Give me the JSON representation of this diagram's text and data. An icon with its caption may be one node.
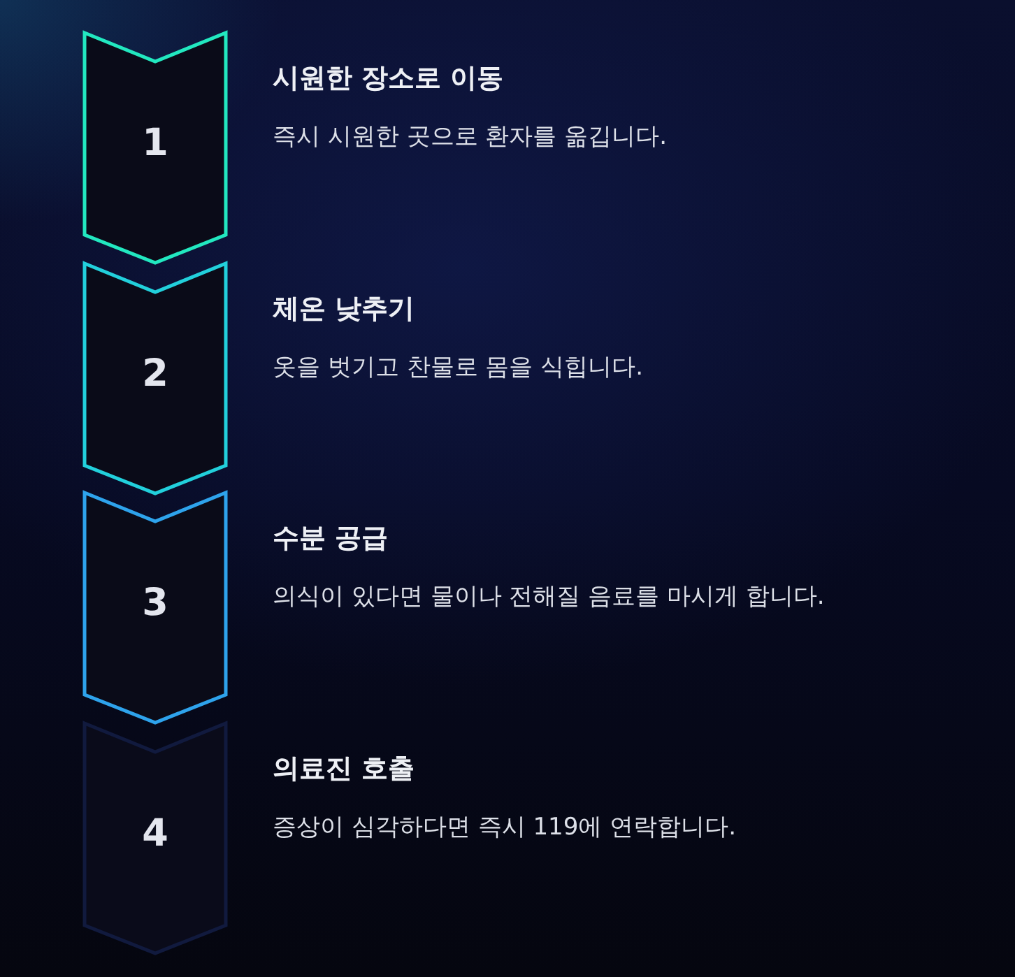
{
  "diagram": {
    "nodes": [
      {
        "text": [
          "1"
        ],
        "beside": [
          "시원한 장소로 이동",
          "즉시 시원한 곳으로 환자를 옮깁니다."
        ]
      },
      {
        "text": [
          "2"
        ],
        "beside": [
          "체온 낮추기",
          "옷을 벗기고 찬물로 몸을 식힙니다."
        ]
      },
      {
        "text": [
          "3"
        ],
        "beside": [
          "수분 공급",
          "의식이 있다면 물이나 전해질 음료를 마시게 합니다."
        ]
      },
      {
        "text": [
          "4"
        ],
        "beside": [
          "의료진 호출",
          "증상이 심각하다면 즉시 119에 연락합니다."
        ]
      }
    ]
  }
}
